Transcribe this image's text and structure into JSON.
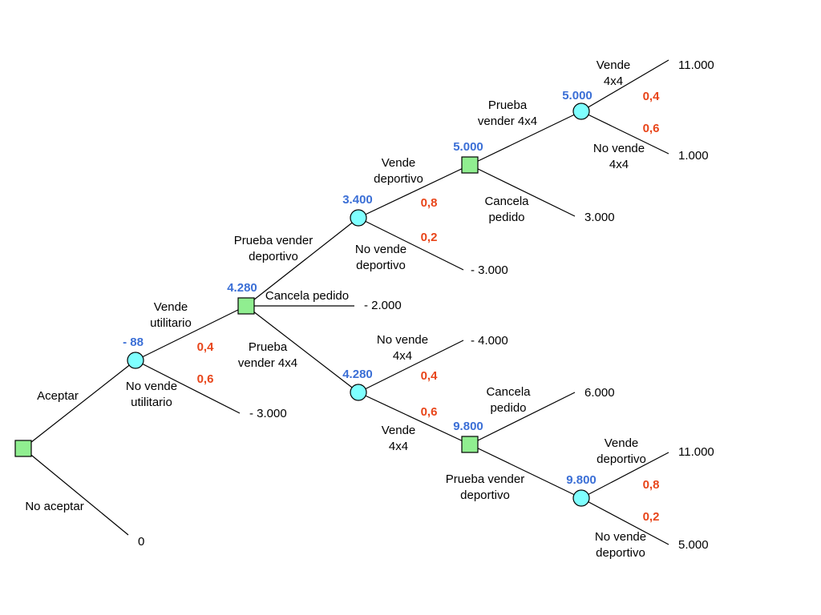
{
  "colors": {
    "decision_node": "#90EE90",
    "chance_node": "#7FFFFF",
    "expected_value": "#3B6FD6",
    "probability": "#E8451A"
  },
  "nodes": {
    "root": {
      "type": "decision"
    },
    "c_util": {
      "type": "chance",
      "ev": "- 88"
    },
    "d_dep": {
      "type": "decision",
      "ev": "4.280"
    },
    "c_dep": {
      "type": "chance",
      "ev": "3.400"
    },
    "d_4x4": {
      "type": "decision",
      "ev": "5.000"
    },
    "c_4x4": {
      "type": "chance",
      "ev": "5.000"
    },
    "c_4x4b": {
      "type": "chance",
      "ev": "4.280"
    },
    "d_depb": {
      "type": "decision",
      "ev": "9.800"
    },
    "c_depb": {
      "type": "chance",
      "ev": "9.800"
    }
  },
  "branches": {
    "aceptar": {
      "label": [
        "Aceptar"
      ]
    },
    "no_aceptar": {
      "label": [
        "No aceptar"
      ],
      "payoff": "0"
    },
    "vende_utilitario": {
      "label": [
        "Vende",
        "utilitario"
      ],
      "prob": "0,4"
    },
    "no_vende_utilitario": {
      "label": [
        "No vende",
        "utilitario"
      ],
      "prob": "0,6",
      "payoff": "- 3.000"
    },
    "prueba_vender_deportivo": {
      "label": [
        "Prueba vender",
        "deportivo"
      ]
    },
    "cancela_pedido_1": {
      "label": [
        "Cancela pedido"
      ],
      "payoff": "- 2.000"
    },
    "prueba_vender_4x4": {
      "label": [
        "Prueba",
        "vender 4x4"
      ]
    },
    "vende_deportivo": {
      "label": [
        "Vende",
        "deportivo"
      ],
      "prob": "0,8"
    },
    "no_vende_deportivo": {
      "label": [
        "No vende",
        "deportivo"
      ],
      "prob": "0,2",
      "payoff": "- 3.000"
    },
    "prueba_vender_4x4_top": {
      "label": [
        "Prueba",
        "vender 4x4"
      ]
    },
    "cancela_pedido_top": {
      "label": [
        "Cancela",
        "pedido"
      ],
      "payoff": "3.000"
    },
    "vende_4x4_top": {
      "label": [
        "Vende",
        "4x4"
      ],
      "prob": "0,4",
      "payoff": "11.000"
    },
    "no_vende_4x4_top": {
      "label": [
        "No vende",
        "4x4"
      ],
      "prob": "0,6",
      "payoff": "1.000"
    },
    "no_vende_4x4": {
      "label": [
        "No vende",
        "4x4"
      ],
      "prob": "0,4",
      "payoff": "- 4.000"
    },
    "vende_4x4": {
      "label": [
        "Vende",
        "4x4"
      ],
      "prob": "0,6"
    },
    "cancela_pedido_bottom": {
      "label": [
        "Cancela",
        "pedido"
      ],
      "payoff": "6.000"
    },
    "prueba_vender_deportivo_bottom": {
      "label": [
        "Prueba vender",
        "deportivo"
      ]
    },
    "vende_deportivo_bottom": {
      "label": [
        "Vende",
        "deportivo"
      ],
      "prob": "0,8",
      "payoff": "11.000"
    },
    "no_vende_deportivo_bottom": {
      "label": [
        "No vende",
        "deportivo"
      ],
      "prob": "0,2",
      "payoff": "5.000"
    }
  }
}
